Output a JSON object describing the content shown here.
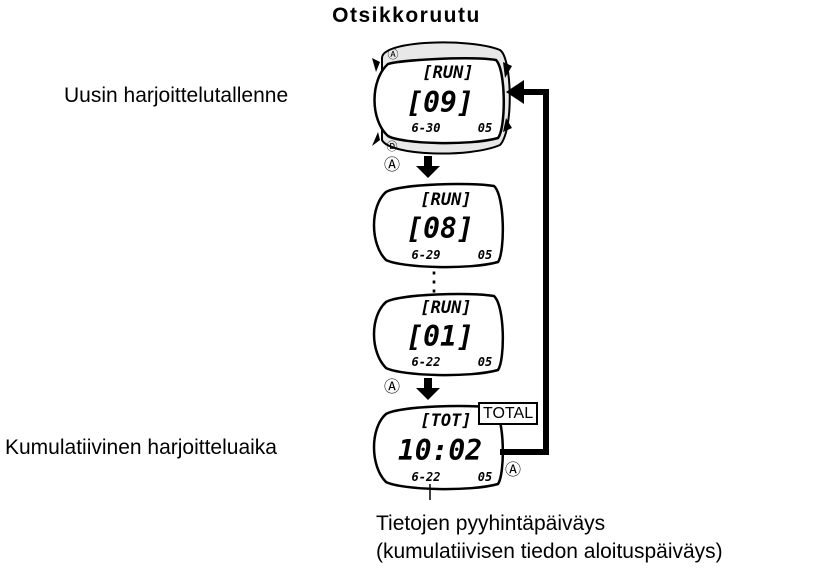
{
  "title": "Otsikkoruutu",
  "labels": {
    "newest": "Uusin harjoittelutallenne",
    "cumulative": "Kumulatiivinen harjoitteluaika",
    "caption_line1": "Tietojen pyyhintäpäiväys",
    "caption_line2": "(kumulatiivisen tiedon aloituspäiväys)",
    "total_badge": "TOTAL"
  },
  "button_labels": {
    "a": "Ⓐ",
    "d": "Ⓓ"
  },
  "displays": [
    {
      "mode": "[RUN]",
      "value": "[09]",
      "date": "6-30",
      "seconds": "05"
    },
    {
      "mode": "[RUN]",
      "value": "[08]",
      "date": "6-29",
      "seconds": "05"
    },
    {
      "mode": "[RUN]",
      "value": "[01]",
      "date": "6-22",
      "seconds": "05"
    },
    {
      "mode": "[TOT]",
      "value": "10:02",
      "date": "6-22",
      "seconds": "05"
    }
  ],
  "ellipsis": "⋮"
}
